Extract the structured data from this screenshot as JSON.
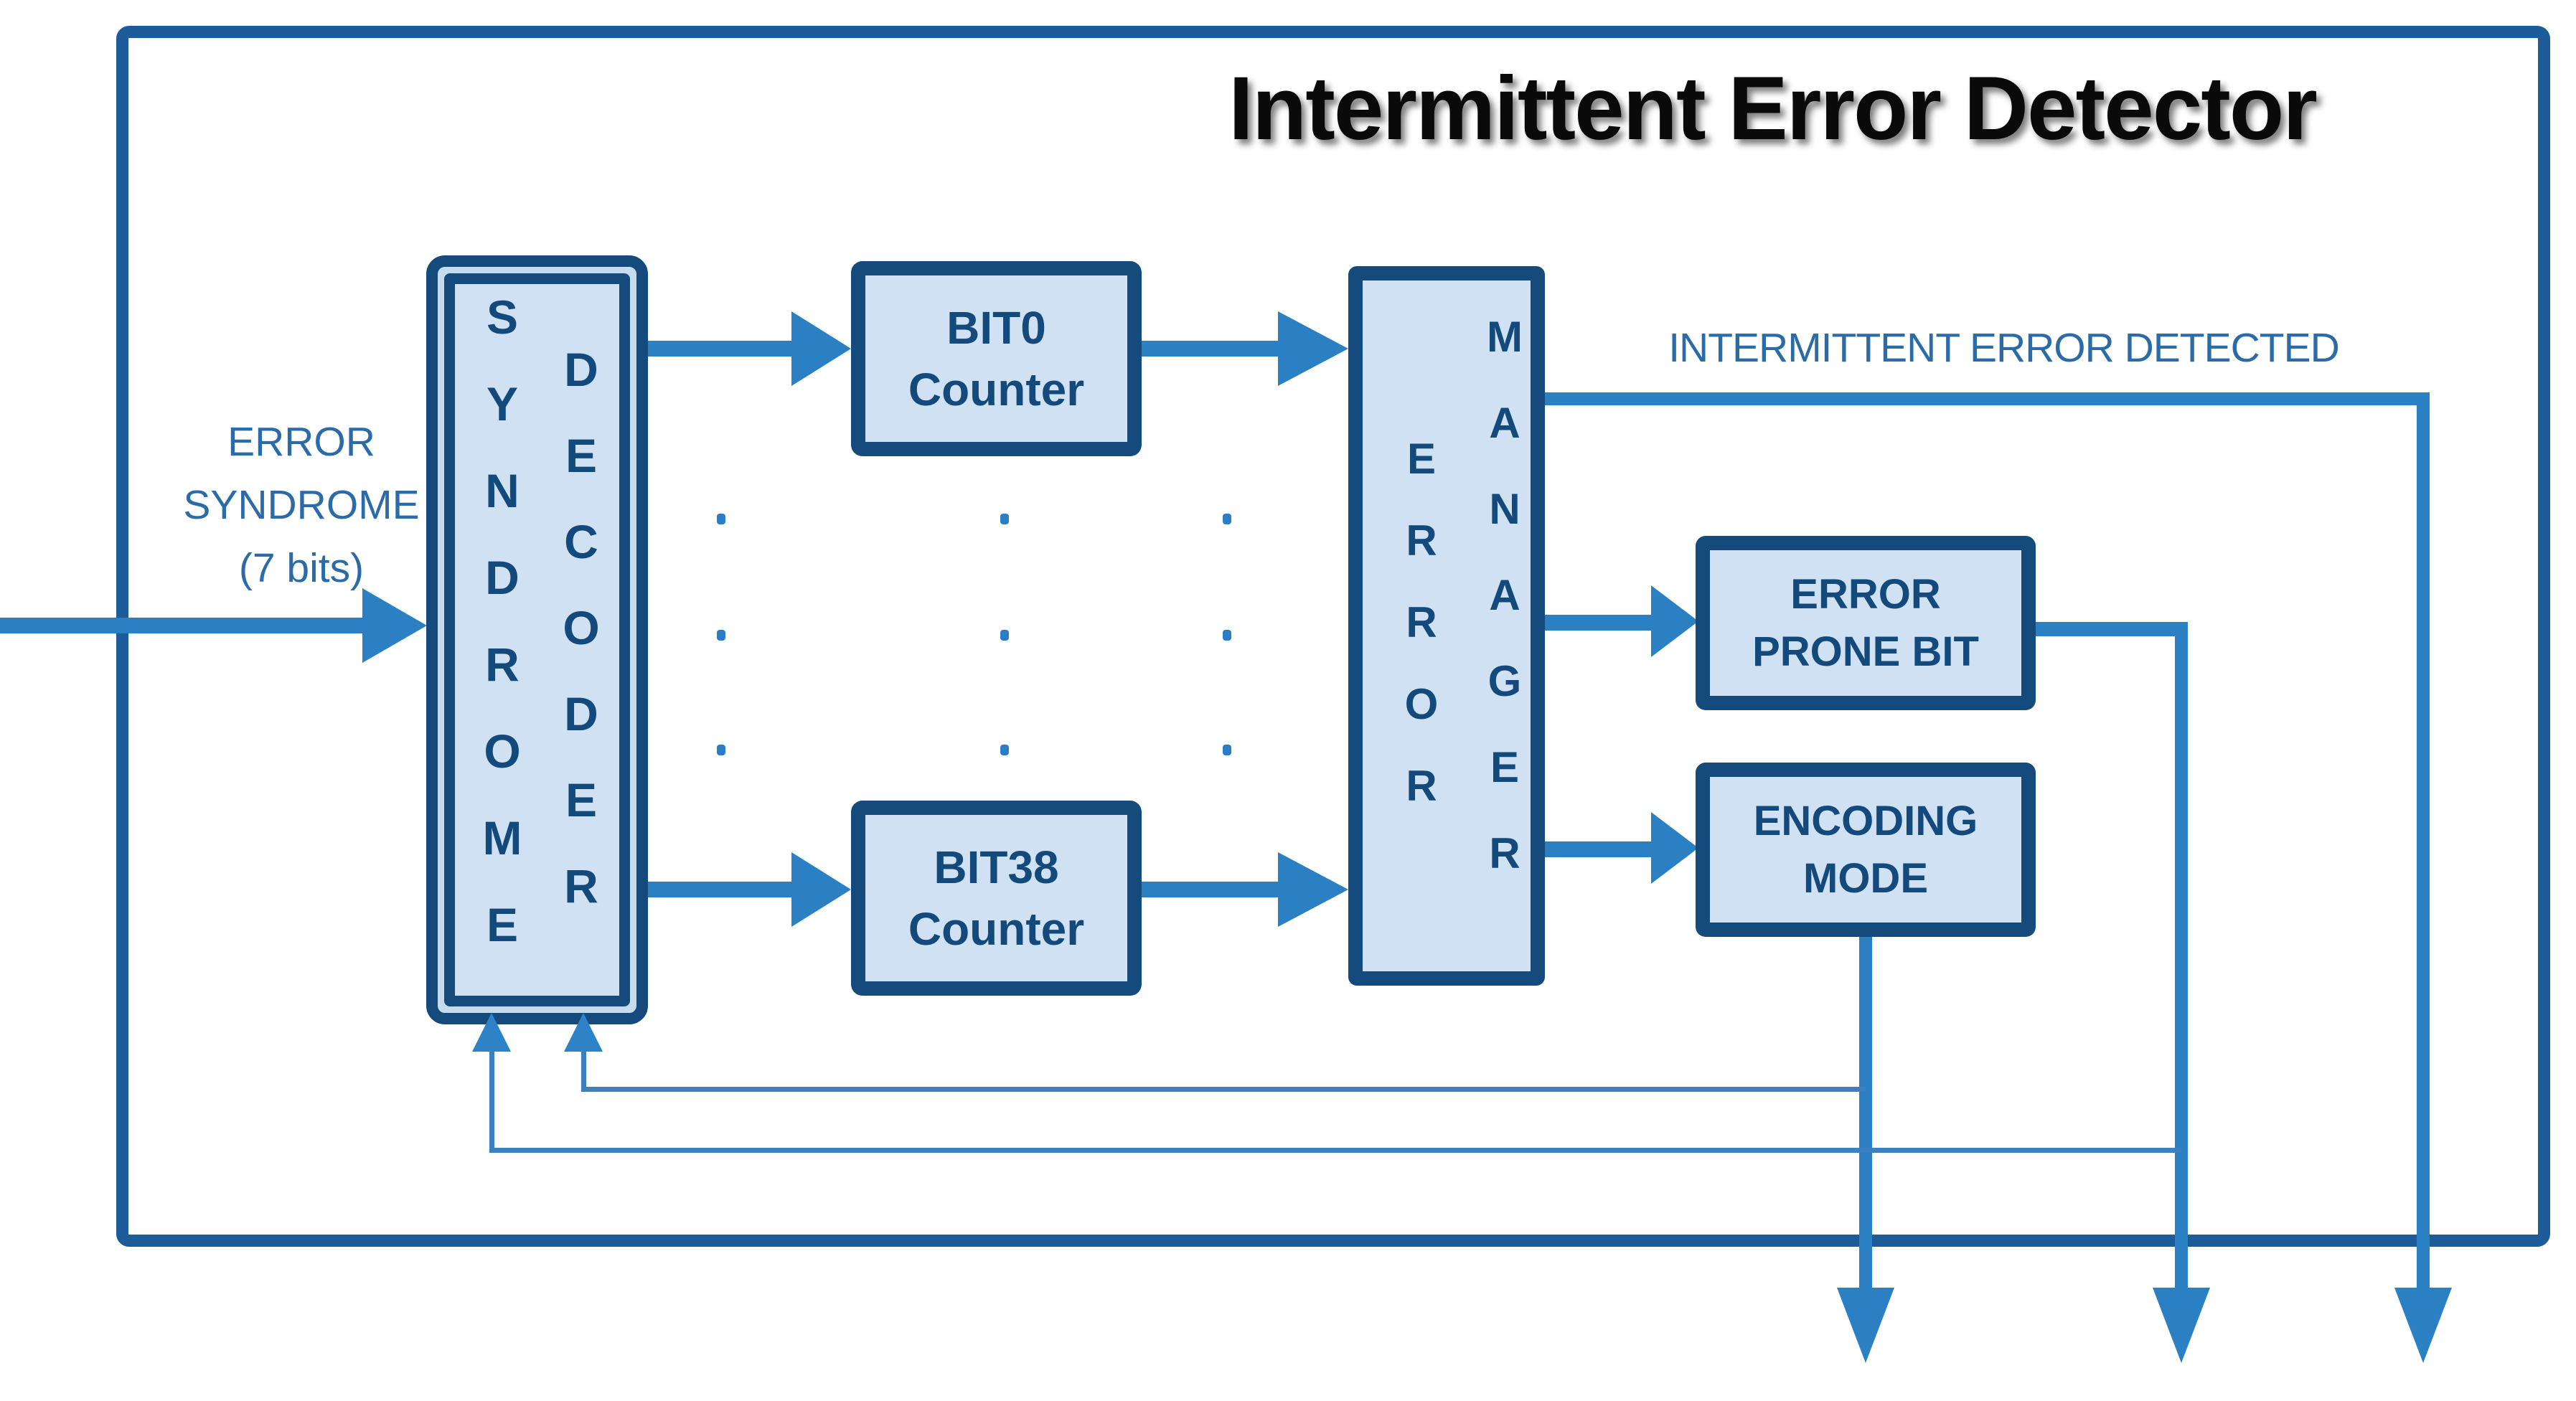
{
  "diagram": {
    "title": "Intermittent Error Detector",
    "labels": {
      "input_line1": "ERROR",
      "input_line2": "SYNDROME",
      "input_line3": "(7 bits)",
      "intermittent_output": "INTERMITTENT ERROR DETECTED"
    },
    "blocks": {
      "syndrome_decoder": {
        "word1": "SYNDROME",
        "word2": "DECODER"
      },
      "bit0_counter": {
        "line1": "BIT0",
        "line2": "Counter"
      },
      "bit38_counter": {
        "line1": "BIT38",
        "line2": "Counter"
      },
      "error_manager": {
        "word1": "ERROR",
        "word2": "MANAGER"
      },
      "error_prone_bit": {
        "line1": "ERROR",
        "line2": "PRONE BIT"
      },
      "encoding_mode": {
        "line1": "ENCODING",
        "line2": "MODE"
      }
    },
    "colors": {
      "frame_border": "#1d5c99",
      "block_border": "#144a7c",
      "block_fill": "#cfe1f3",
      "block_text": "#14497c",
      "label_text": "#2b6ba8",
      "arrow": "#2b80c4",
      "thin_line": "#3d80c2",
      "title_text": "#0a0a0a"
    }
  }
}
